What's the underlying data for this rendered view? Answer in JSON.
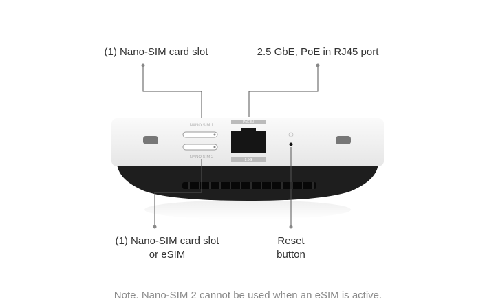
{
  "callouts": {
    "sim1": "(1) Nano-SIM card slot",
    "ethernet": "2.5 GbE, PoE in RJ45 port",
    "sim2_line1": "(1) Nano-SIM card slot",
    "sim2_line2": "or eSIM",
    "reset_line1": "Reset",
    "reset_line2": "button"
  },
  "device_labels": {
    "sim1": "NANO SIM 1",
    "sim2": "NANO SIM 2",
    "poe": "PoE IN",
    "speed": "2.5G"
  },
  "note": "Note. Nano-SIM 2 cannot be used when an eSIM is active.",
  "colors": {
    "line": "#555555",
    "body": "#f2f2f2",
    "base": "#1e1e1e"
  }
}
